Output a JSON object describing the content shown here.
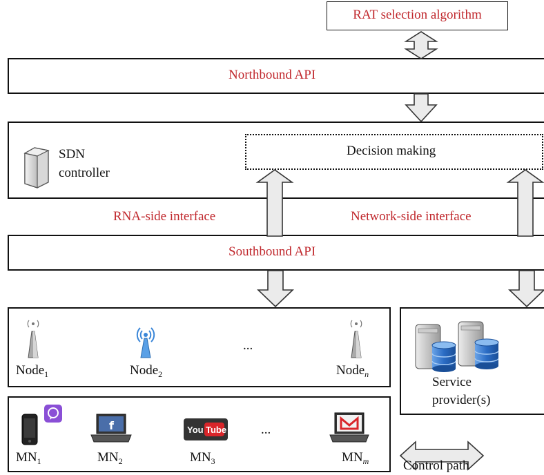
{
  "rat_selection": "RAT selection algorithm",
  "northbound_api": "Northbound API",
  "sdn_controller_line1": "SDN",
  "sdn_controller_line2": "controller",
  "decision_making": "Decision making",
  "rna_side_interface": "RNA-side interface",
  "network_side_interface": "Network-side interface",
  "southbound_api": "Southbound API",
  "nodes": {
    "node1": {
      "base": "Node",
      "sub": "1"
    },
    "node2": {
      "base": "Node",
      "sub": "2"
    },
    "noden": {
      "base": "Node",
      "sub": "n"
    },
    "ellipsis": "..."
  },
  "mns": {
    "mn1": {
      "base": "MN",
      "sub": "1"
    },
    "mn2": {
      "base": "MN",
      "sub": "2"
    },
    "mn3": {
      "base": "MN",
      "sub": "3"
    },
    "mnm": {
      "base": "MN",
      "sub": "m"
    },
    "ellipsis": "..."
  },
  "service_provider_line1": "Service",
  "service_provider_line2": "provider(s)",
  "control_path": "Control path",
  "youtube": {
    "you": "You",
    "tube": "Tube"
  },
  "facebook_letter": "f",
  "colors": {
    "red_label": "#c0282d",
    "arrow_fill": "#ebebeb",
    "wifi_blue": "#3a86d8",
    "youtube_red": "#d9252a",
    "viber_purple": "#8a4fd6"
  }
}
